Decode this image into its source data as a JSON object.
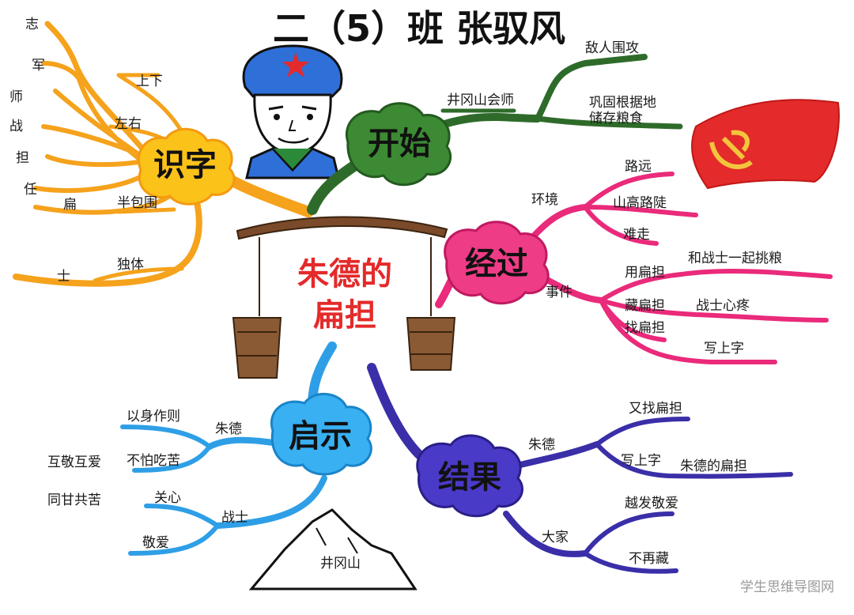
{
  "title": "二（5）班 张驭风",
  "center": {
    "line1": "朱德的",
    "line2": "扁担"
  },
  "colors": {
    "orange": "#f5a21c",
    "green": "#2e6b2a",
    "pink": "#ea2a7a",
    "lightblue": "#2e9fe6",
    "indigo": "#3a2fa8",
    "red": "#e42a2a",
    "brown": "#7a4a2a"
  },
  "branches": {
    "shizi": {
      "label": "识字",
      "chars": [
        "志",
        "军",
        "师",
        "战",
        "担",
        "任"
      ],
      "shangxia": "上下",
      "zuoyou": "左右",
      "bian": "扁",
      "baowei": "半包围",
      "shi": "士",
      "dulti": "独体"
    },
    "kaishi": {
      "label": "开始",
      "jinggang": "井冈山会师",
      "diren": "敌人围攻",
      "gonggu": "巩固根据地",
      "chubei": "储存粮食"
    },
    "jingguo": {
      "label": "经过",
      "huanjing": "环境",
      "luyuan": "路远",
      "shangao": "山高路陡",
      "nanzou": "难走",
      "shijian": "事件",
      "yongbiandan": "用扁担",
      "tiaoliang": "和战士一起挑粮",
      "cangbiandan": "藏扁担",
      "xinteng": "战士心疼",
      "zhaobiandan": "找扁担",
      "xieshangzi": "写上字"
    },
    "qishi": {
      "label": "启示",
      "zhude": "朱德",
      "yishen": "以身作则",
      "bupa": "不怕吃苦",
      "hujing": "互敬互爱",
      "tonggan": "同甘共苦",
      "zhanshi": "战士",
      "guanxin": "关心",
      "jingai": "敬爱"
    },
    "jieguo": {
      "label": "结果",
      "zhude": "朱德",
      "youzhao": "又找扁担",
      "xieshangzi": "写上字",
      "zhudebiandan": "朱德的扁担",
      "dajia": "大家",
      "geng": "越发敬爱",
      "buzaicang": "不再藏"
    }
  },
  "mountain_label": "井冈山",
  "watermark": "学生思维导图网",
  "icons": [
    "soldier-portrait",
    "party-flag",
    "carrying-pole-buckets",
    "mountain"
  ]
}
